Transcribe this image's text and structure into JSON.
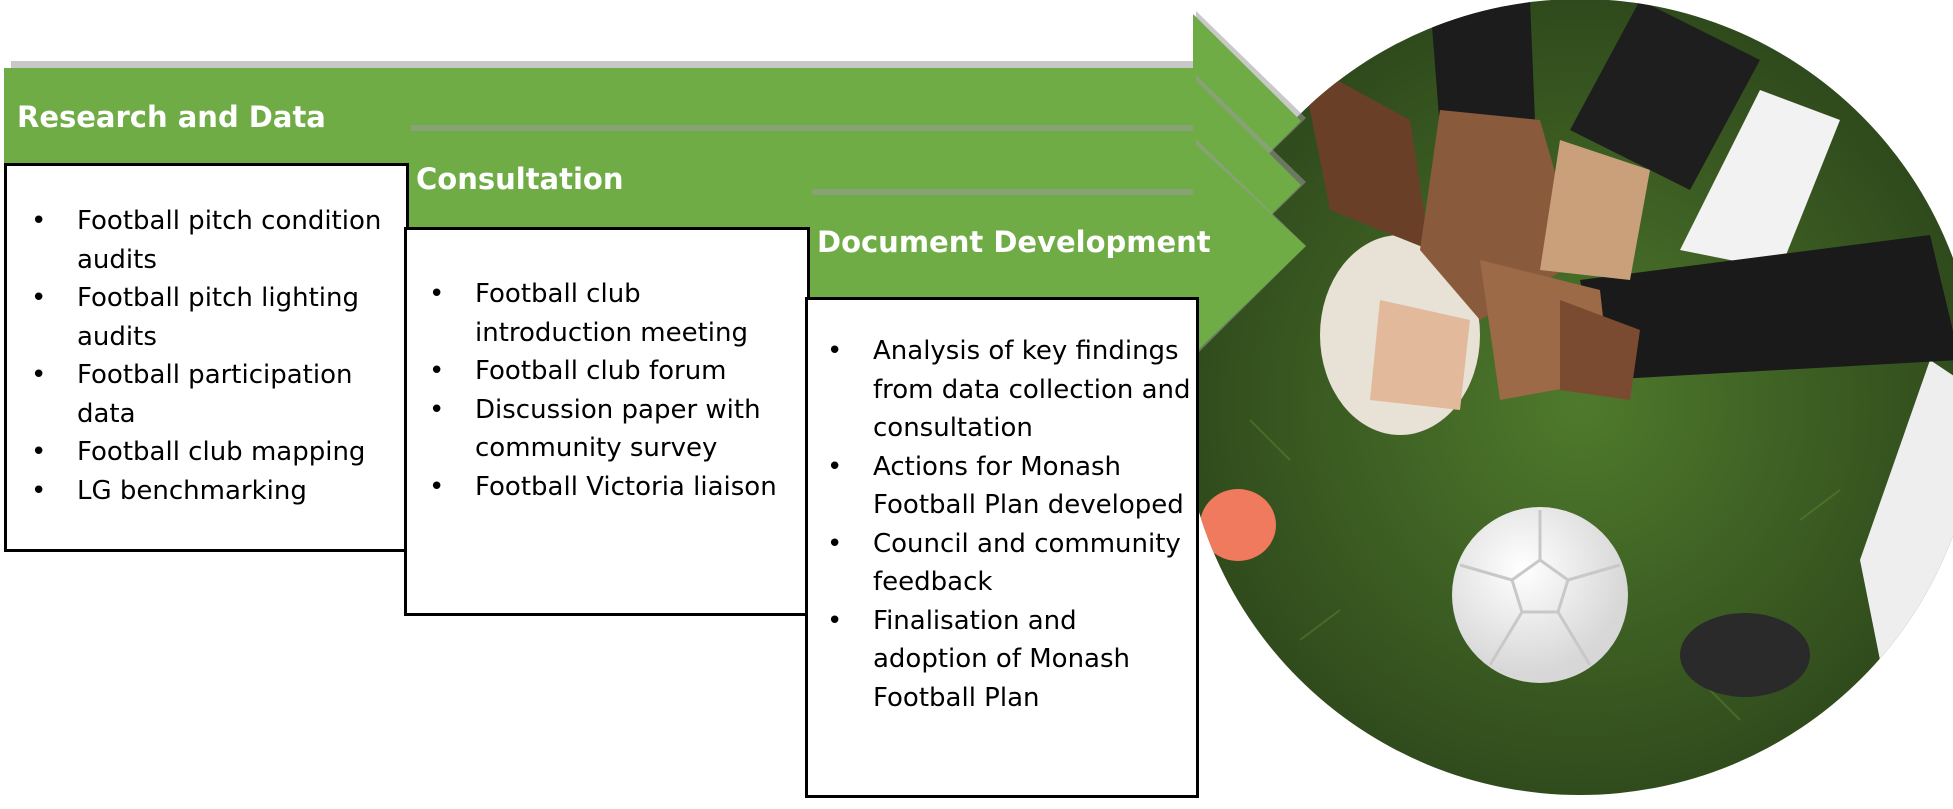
{
  "stages": [
    {
      "title": "Research and Data",
      "items": [
        "Football pitch condition audits",
        "Football pitch lighting audits",
        "Football participation data",
        "Football club mapping",
        "LG benchmarking"
      ]
    },
    {
      "title": "Consultation",
      "items": [
        "Football club introduction meeting",
        "Football club forum",
        "Discussion paper with community survey",
        "Football Victoria liaison"
      ]
    },
    {
      "title": "Document Development",
      "items": [
        "Analysis of key findings from data collection and consultation",
        "Actions for Monash Football Plan developed",
        "Council and community feedback",
        "Finalisation and adoption of Monash Football Plan"
      ]
    }
  ],
  "colors": {
    "arrow_green": "#6fac46",
    "arrow_shadow": "#9a9a9a",
    "box_border": "#000000",
    "grass_dark": "#2f4a1c",
    "grass_light": "#4f7a2c"
  },
  "photo": {
    "subject": "hands stacked over a football on grass"
  }
}
